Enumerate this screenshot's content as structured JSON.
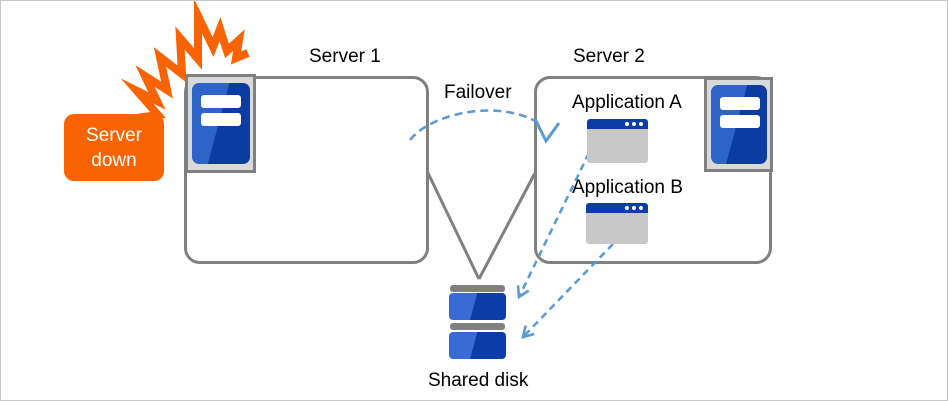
{
  "nodes": {
    "server1": {
      "label": "Server 1"
    },
    "server2": {
      "label": "Server 2"
    },
    "application_a": {
      "label": "Application A"
    },
    "application_b": {
      "label": "Application B"
    },
    "shared_disk": {
      "label": "Shared disk"
    },
    "server_down_callout": {
      "label": "Server down"
    }
  },
  "edges": {
    "failover": {
      "label": "Failover"
    }
  },
  "icons": [
    "server-icon",
    "app-window-icon",
    "disk-icon",
    "burst-icon"
  ],
  "colors": {
    "orange": "#f96302",
    "blue_dark": "#0a3ca2",
    "blue_light": "#2e64c8",
    "app_titlebar_blue": "#0a3da6",
    "arrow_blue": "#5b9bd5",
    "line_gray": "#808080",
    "panel_gray": "#d9d9d9",
    "app_body_gray": "#c8c8c8",
    "text": "#000000"
  }
}
